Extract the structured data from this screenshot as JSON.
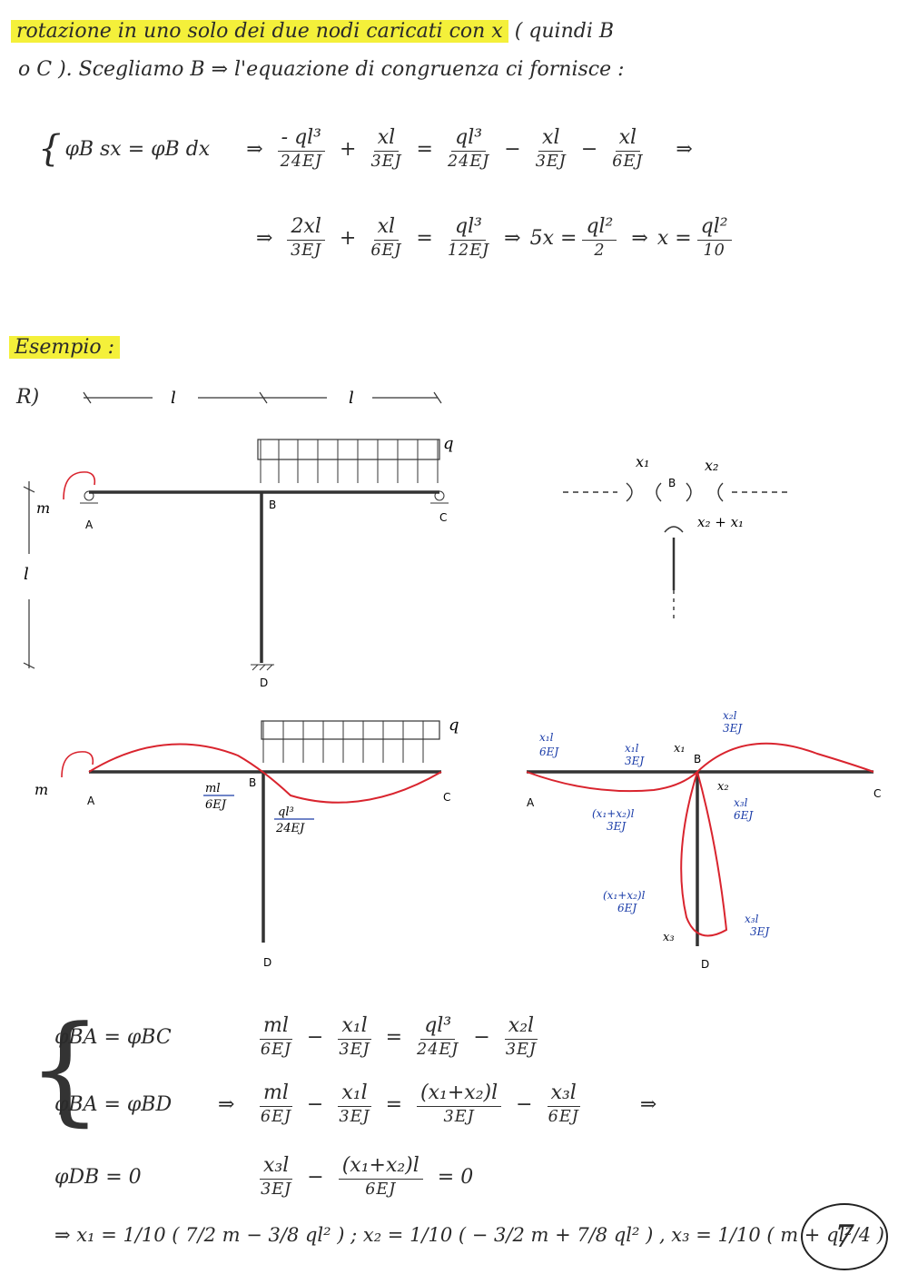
{
  "intro": {
    "line1": "rotazione in uno solo dei due nodi caricati con x",
    "line1_tail": "( quindi B",
    "line2": "o C ). Scegliamo B ⇒ l'equazione di congruenza ci fornisce :"
  },
  "eq1": {
    "lhs": "φB sx = φB dx",
    "arrow": "⇒",
    "t1n": "- ql³",
    "t1d": "24EJ",
    "t2n": "xl",
    "t2d": "3EJ",
    "t3n": "ql³",
    "t3d": "24EJ",
    "t4n": "xl",
    "t4d": "3EJ",
    "t5n": "xl",
    "t5d": "6EJ"
  },
  "eq2": {
    "a_n": "2xl",
    "a_d": "3EJ",
    "b_n": "xl",
    "b_d": "6EJ",
    "c_n": "ql³",
    "c_d": "12EJ",
    "d_lhs": "5x =",
    "d_n": "ql²",
    "d_d": "2",
    "e_lhs": "x =",
    "e_n": "ql²",
    "e_d": "10"
  },
  "example": {
    "heading": "Esempio :",
    "part": "R)",
    "dim_l": "l",
    "dim_h": "l",
    "load": "q",
    "moment": "m",
    "nodes": {
      "a": "A",
      "b": "B",
      "c": "C",
      "d": "D"
    },
    "fbd": {
      "x1": "x₁",
      "x2": "x₂",
      "x21": "x₂ + x₁",
      "b": "B"
    }
  },
  "deformed_left": {
    "load": "q",
    "moment": "m",
    "rot1_n": "ml",
    "rot1_d": "6EJ",
    "rot2_n": "ql³",
    "rot2_d": "24EJ",
    "nodes": {
      "a": "A",
      "b": "B",
      "c": "C",
      "d": "D"
    }
  },
  "deformed_right": {
    "r1_n": "x₁l",
    "r1_d": "6EJ",
    "r2_n": "x₁l",
    "r2_d": "3EJ",
    "r3_n": "x₂l",
    "r3_d": "3EJ",
    "r4_n": "x₃l",
    "r4_d": "6EJ",
    "r5_n": "(x₁+x₂)l",
    "r5_d": "3EJ",
    "r6_n": "(x₁+x₂)l",
    "r6_d": "6EJ",
    "r7_n": "x₃l",
    "r7_d": "3EJ",
    "x1": "x₁",
    "x2": "x₂",
    "x3": "x₃",
    "nodes": {
      "a": "A",
      "b": "B",
      "c": "C",
      "d": "D"
    }
  },
  "system": {
    "r1_lhs": "φBA = φBC",
    "r1": [
      "ml",
      "6EJ",
      "x₁l",
      "3EJ",
      "ql³",
      "24EJ",
      "x₂l",
      "3EJ"
    ],
    "r2_lhs": "φBA = φBD",
    "r2": [
      "ml",
      "6EJ",
      "x₁l",
      "3EJ",
      "(x₁+x₂)l",
      "3EJ",
      "x₃l",
      "6EJ"
    ],
    "r3_lhs": "φDB = 0",
    "r3": [
      "x₃l",
      "3EJ",
      "(x₁+x₂)l",
      "6EJ"
    ],
    "r3_rhs": "= 0",
    "arrow": "⇒"
  },
  "result": {
    "text": "⇒ x₁ = 1/10 ( 7/2 m − 3/8 ql² ) ;  x₂ = 1/10 ( − 3/2 m + 7/8 ql² ) ,  x₃ = 1/10 ( m + ql²/4 )"
  },
  "page_number": "7"
}
